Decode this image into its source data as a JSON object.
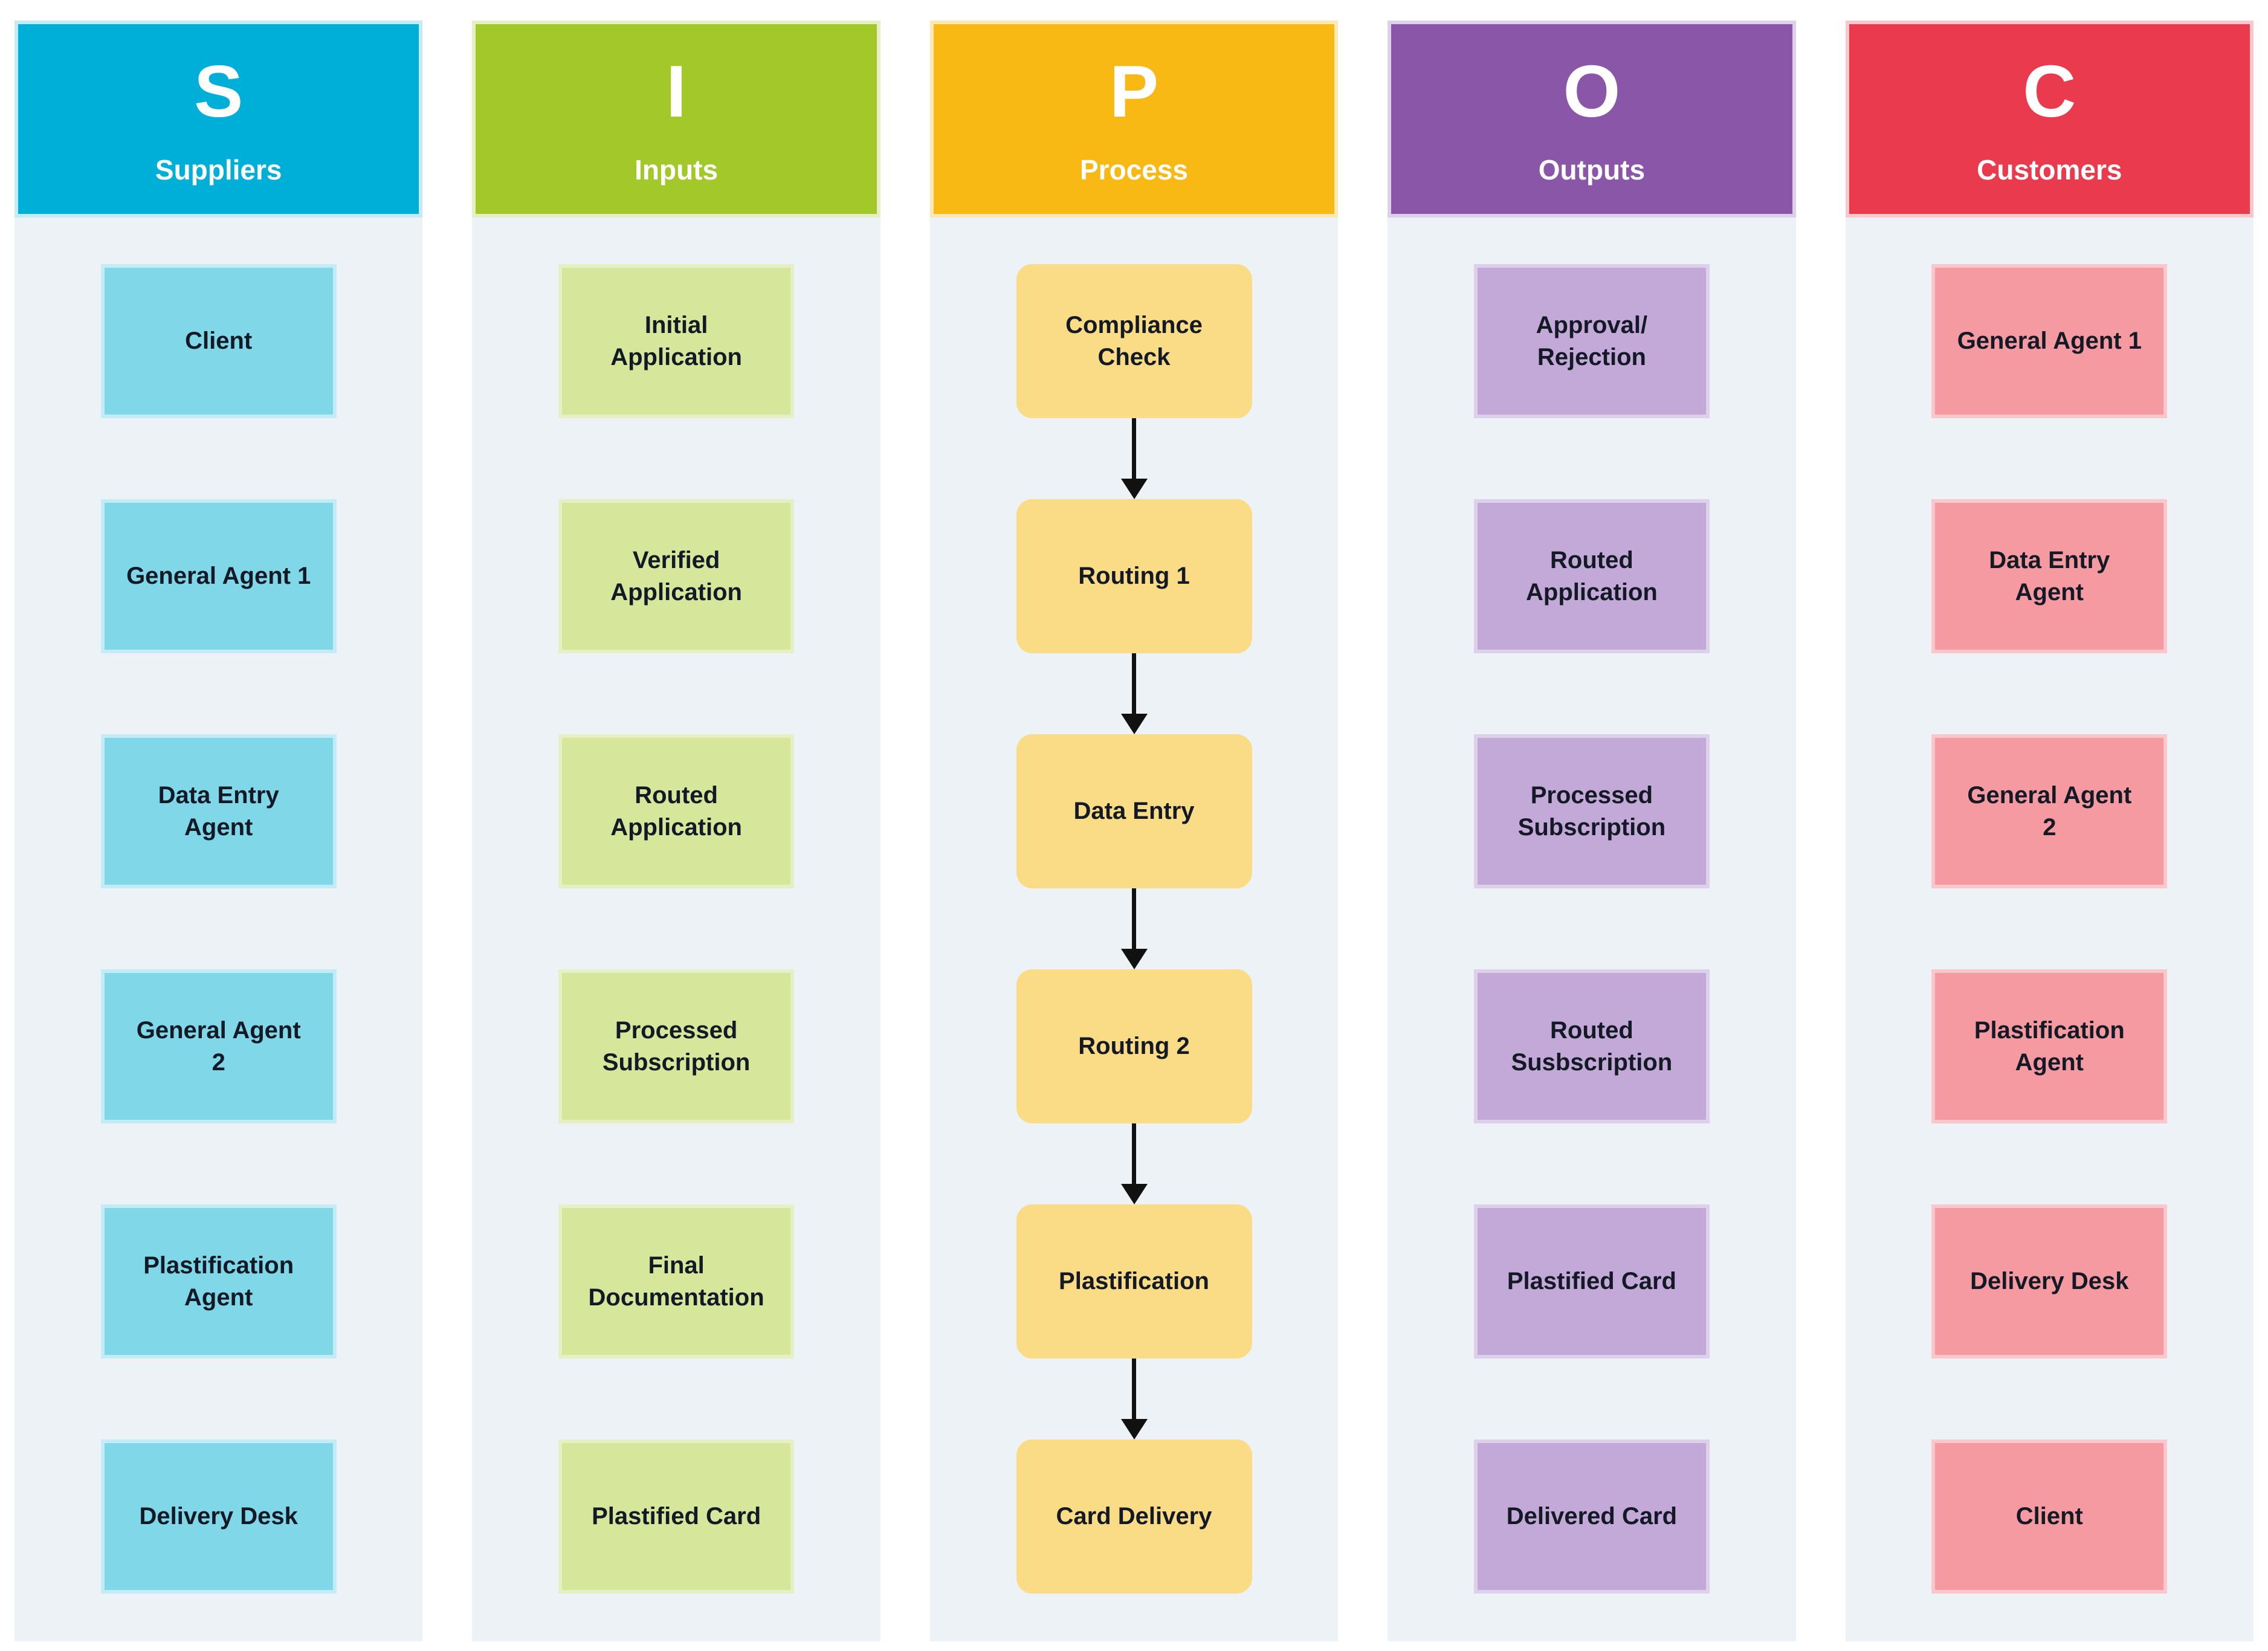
{
  "diagram": {
    "type": "SIPOC",
    "panel_background": "#EDF2F6",
    "page_background": "#FFFFFF",
    "arrow_color": "#111111",
    "box_text_color": "#131A26",
    "columns": [
      {
        "id": "suppliers",
        "letter": "S",
        "label": "Suppliers",
        "colors": {
          "header": "#00AFD8",
          "fill": "#80D7E8",
          "tint": "#C4ECF6"
        },
        "items": [
          "Client",
          "General Agent 1",
          "Data Entry\nAgent",
          "General Agent\n2",
          "Plastification\nAgent",
          "Delivery Desk"
        ]
      },
      {
        "id": "inputs",
        "letter": "I",
        "label": "Inputs",
        "colors": {
          "header": "#A3C82A",
          "fill": "#D6E69A",
          "tint": "#E6F0C4"
        },
        "items": [
          "Initial\nApplication",
          "Verified\nApplication",
          "Routed\nApplication",
          "Processed\nSubscription",
          "Final\nDocumentation",
          "Plastified Card"
        ]
      },
      {
        "id": "process",
        "letter": "P",
        "label": "Process",
        "flow": true,
        "colors": {
          "header": "#F9B914",
          "fill": "#FBDC86",
          "tint": "#FDE9B4"
        },
        "items": [
          "Compliance\nCheck",
          "Routing 1",
          "Data Entry",
          "Routing 2",
          "Plastification",
          "Card Delivery"
        ]
      },
      {
        "id": "outputs",
        "letter": "O",
        "label": "Outputs",
        "colors": {
          "header": "#8A56A8",
          "fill": "#C3A9D8",
          "tint": "#DDD0EA"
        },
        "items": [
          "Approval/\nRejection",
          "Routed\nApplication",
          "Processed\nSubscription",
          "Routed\nSusbscription",
          "Plastified Card",
          "Delivered Card"
        ]
      },
      {
        "id": "customers",
        "letter": "C",
        "label": "Customers",
        "colors": {
          "header": "#E93B4D",
          "fill": "#F59AA1",
          "tint": "#F9C7CC"
        },
        "items": [
          "General Agent 1",
          "Data Entry\nAgent",
          "General Agent\n2",
          "Plastification\nAgent",
          "Delivery Desk",
          "Client"
        ]
      }
    ]
  }
}
